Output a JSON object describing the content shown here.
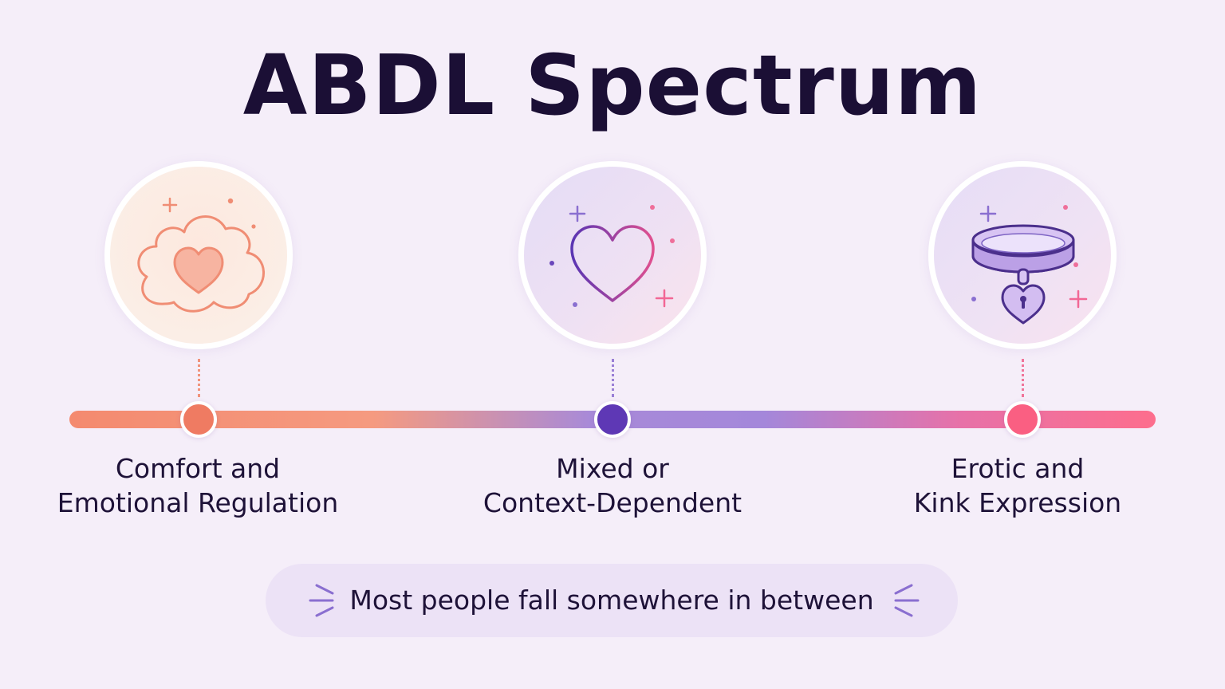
{
  "title": "ABDL Spectrum",
  "colors": {
    "background": "#f5eef9",
    "comfort": "#ef7b62",
    "mixed": "#5e38b5",
    "erotic": "#fa5f82",
    "accent_purple": "#9a7fd6"
  },
  "points": [
    {
      "line1": "Comfort and",
      "line2": "Emotional Regulation",
      "icon": "heart-cloud-icon"
    },
    {
      "line1": "Mixed or",
      "line2": "Context-Dependent",
      "icon": "heart-outline-icon"
    },
    {
      "line1": "Erotic and",
      "line2": "Kink Expression",
      "icon": "collar-heart-lock-icon"
    }
  ],
  "note": "Most people fall somewhere in between"
}
